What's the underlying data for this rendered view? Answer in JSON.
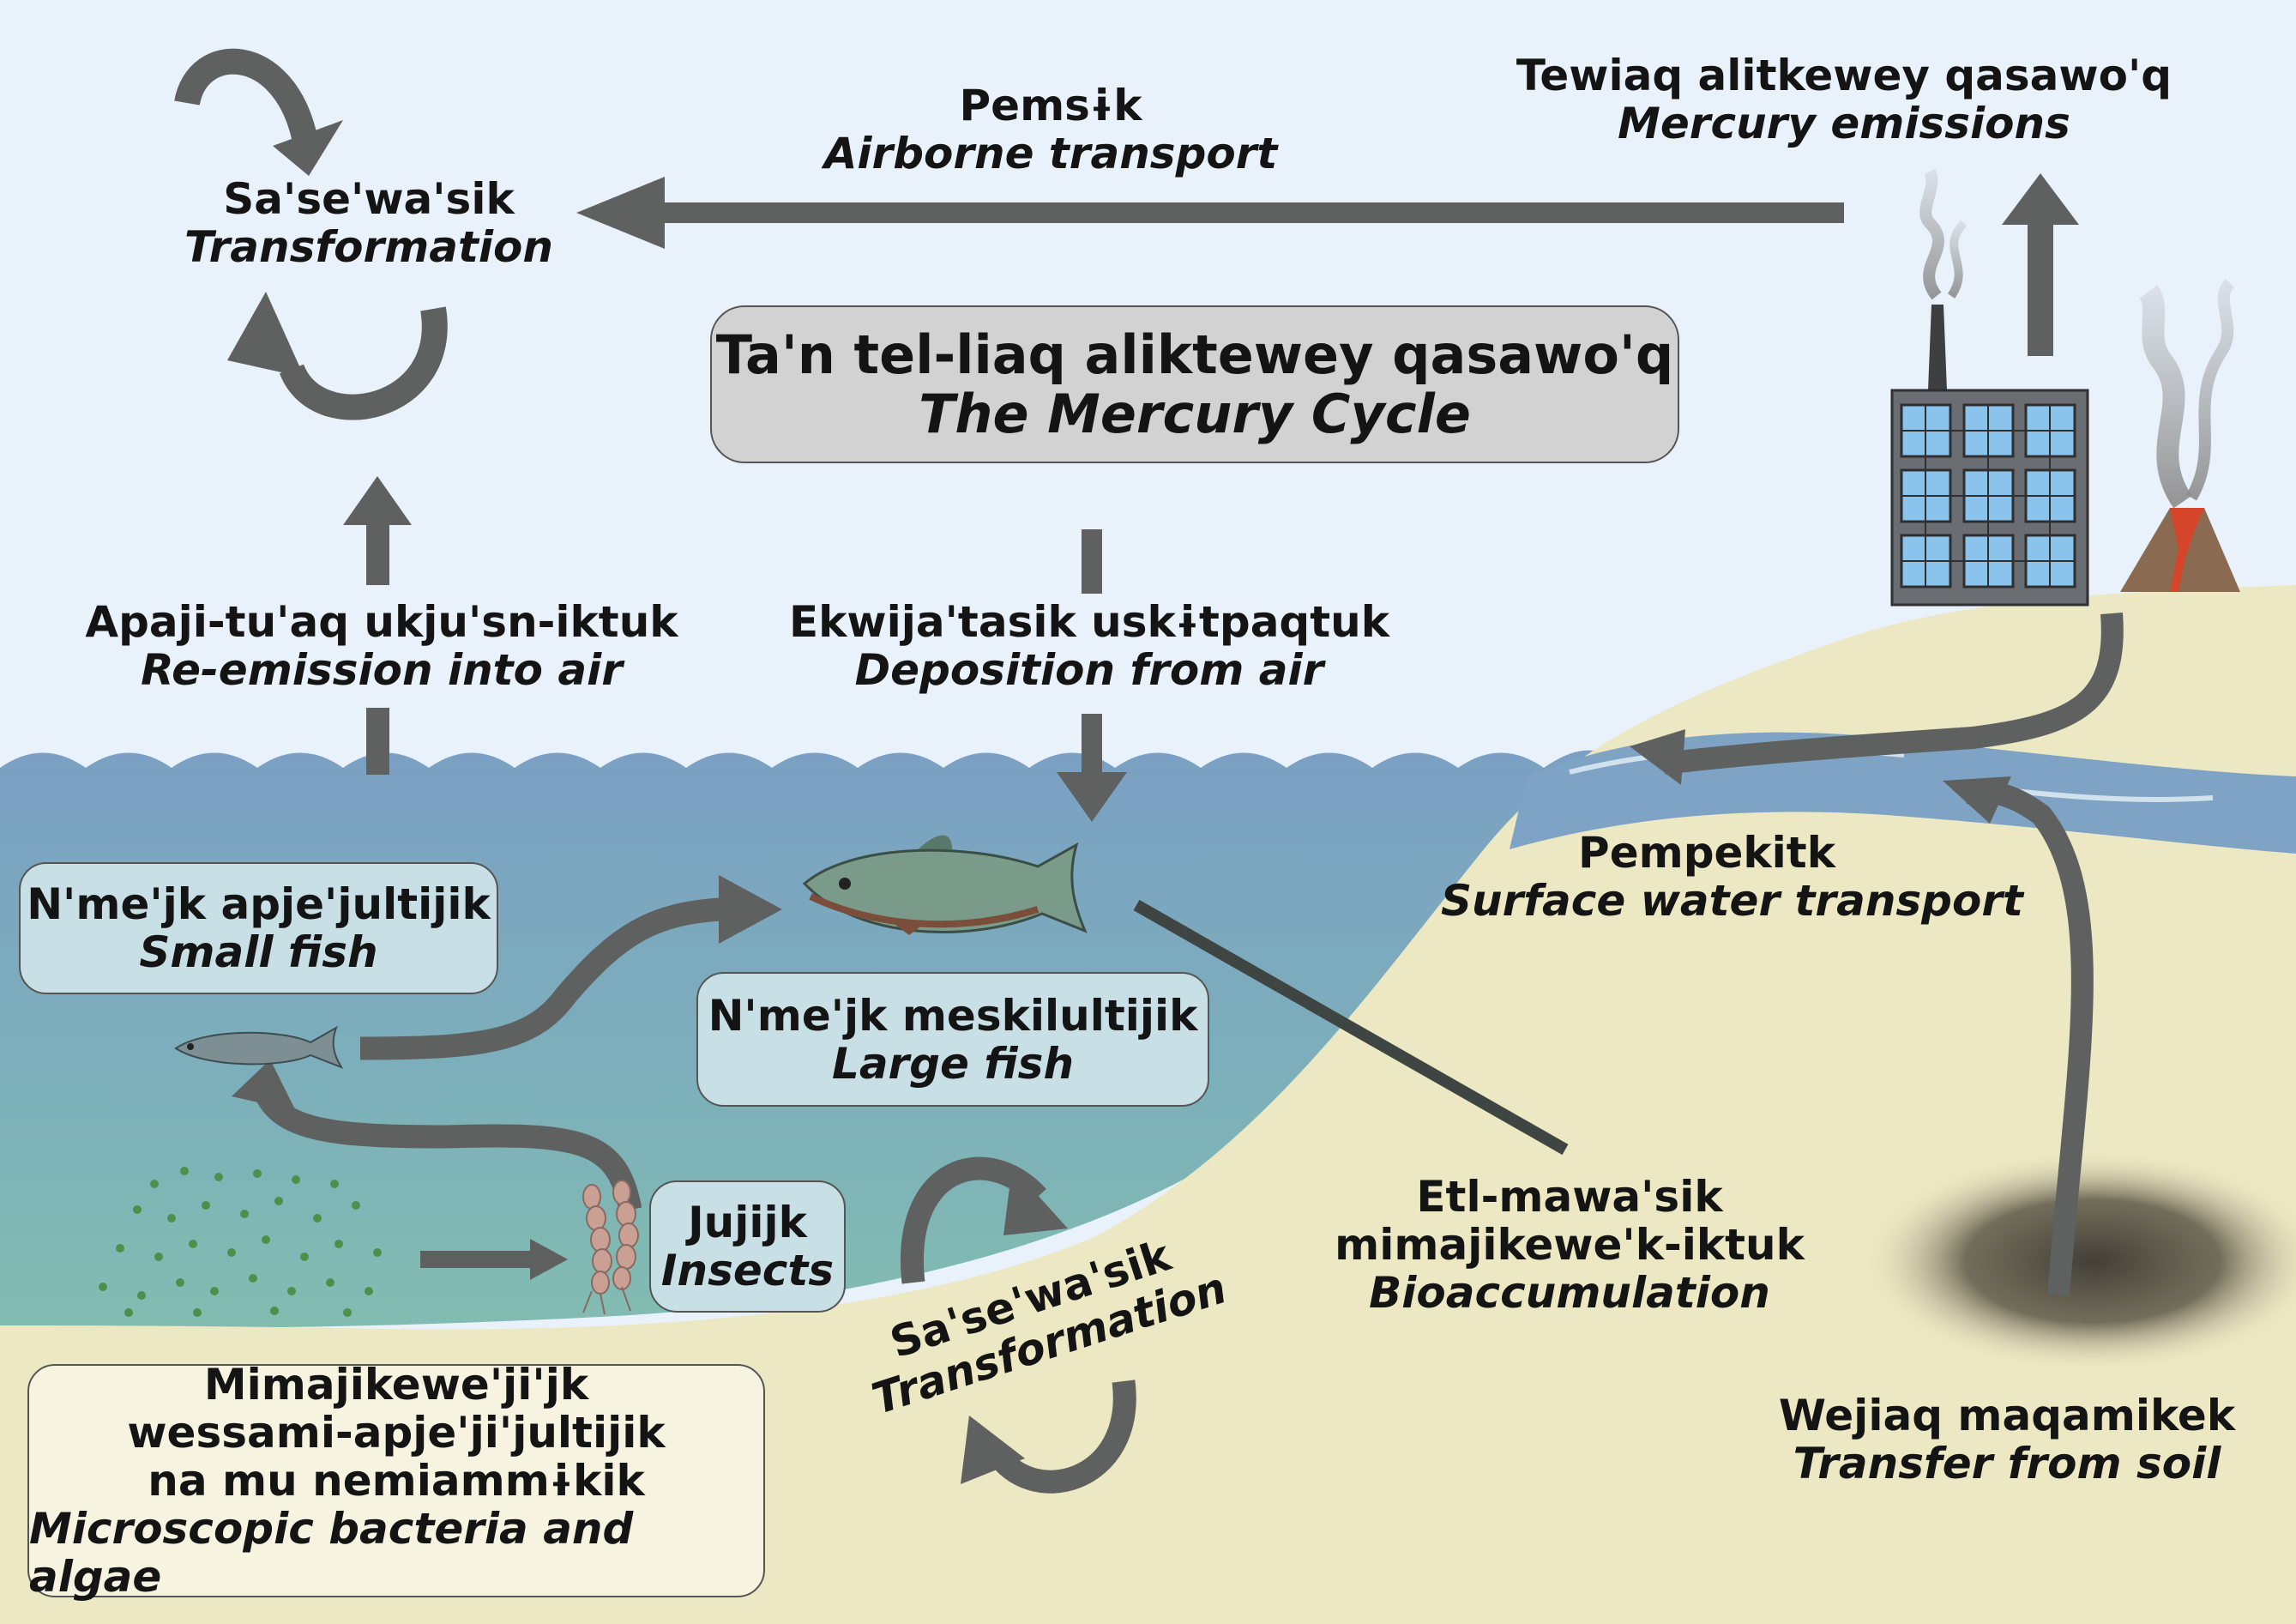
{
  "title": {
    "line1": "Ta'n tel-liaq aliktewey qasawo'q",
    "line2": "The Mercury Cycle"
  },
  "labels": {
    "emissions": {
      "mikmaq": "Tewiaq alitkewey qasawo'q",
      "english": "Mercury emissions"
    },
    "airborne": {
      "mikmaq": "Pemsɨk",
      "english": "Airborne transport"
    },
    "transformation_air": {
      "mikmaq": "Sa'se'wa'sik",
      "english": "Transformation"
    },
    "reemission": {
      "mikmaq": "Apaji-tu'aq ukju'sn-iktuk",
      "english": "Re-emission into air"
    },
    "deposition": {
      "mikmaq": "Ekwija'tasik uskɨtpaqtuk",
      "english": "Deposition from air"
    },
    "surface_water": {
      "mikmaq": "Pempekitk",
      "english": "Surface water transport"
    },
    "small_fish": {
      "mikmaq": "N'me'jk apje'jultijik",
      "english": "Small fish"
    },
    "large_fish": {
      "mikmaq": "N'me'jk meskilultijik",
      "english": "Large fish"
    },
    "insects": {
      "mikmaq": "Jujijk",
      "english": "Insects"
    },
    "microscopic": {
      "line1": "Mimajikewe'ji'jk",
      "line2": "wessami-apje'ji'jultijik",
      "line3": "na mu nemiammɨkik",
      "english": "Microscopic bacteria and algae"
    },
    "transformation_water": {
      "mikmaq": "Sa'se'wa'sik",
      "english": "Transformation"
    },
    "bioaccumulation": {
      "line1": "Etl-mawa'sik",
      "line2": "mimajikewe'k-iktuk",
      "english": "Bioaccumulation"
    },
    "soil": {
      "mikmaq": "Wejiaq maqamikek",
      "english": "Transfer from soil"
    }
  },
  "colors": {
    "sky": "#e9f1fa",
    "water_top": "#7ea3c4",
    "water_bottom": "#7fb8b0",
    "land": "#ece8c3",
    "arrow": "#5e6160",
    "title_box": "#d2d2d2",
    "info_box_water": "#c9dfe6",
    "info_box_land": "#f6f4e1"
  }
}
